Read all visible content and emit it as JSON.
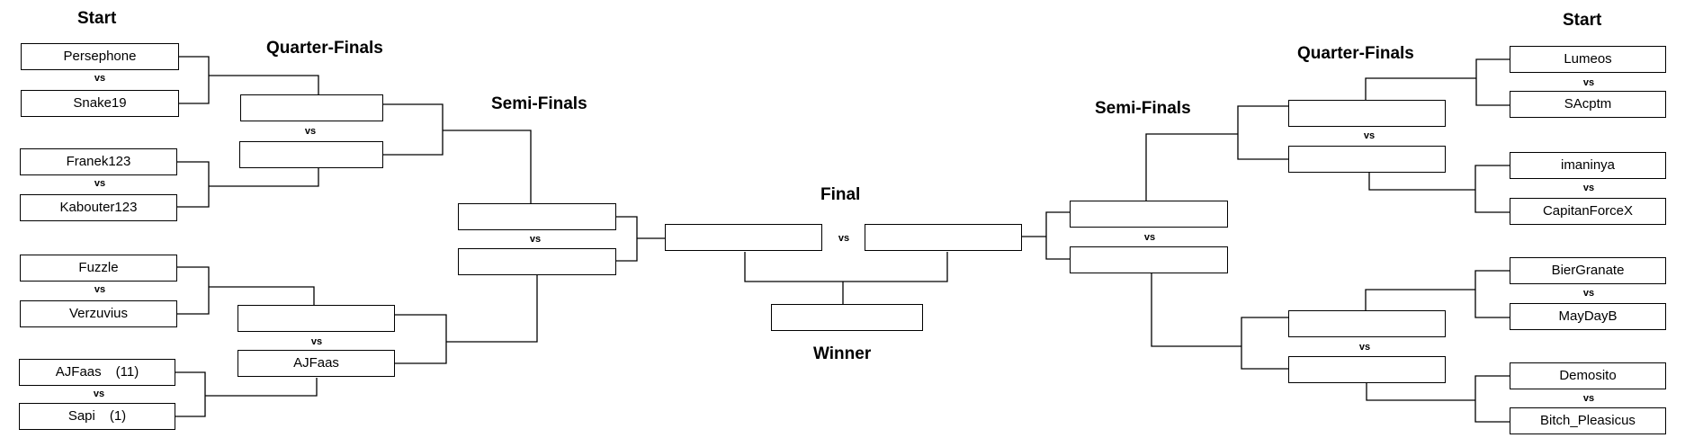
{
  "headings": {
    "start_left": "Start",
    "start_right": "Start",
    "qf_left": "Quarter-Finals",
    "qf_right": "Quarter-Finals",
    "sf_left": "Semi-Finals",
    "sf_right": "Semi-Finals",
    "final": "Final",
    "winner": "Winner"
  },
  "vs_label": "vs",
  "start_left": [
    {
      "name": "Persephone",
      "seed": ""
    },
    {
      "name": "Snake19",
      "seed": ""
    },
    {
      "name": "Franek123",
      "seed": ""
    },
    {
      "name": "Kabouter123",
      "seed": ""
    },
    {
      "name": "Fuzzle",
      "seed": ""
    },
    {
      "name": "Verzuvius",
      "seed": ""
    },
    {
      "name": "AJFaas",
      "seed": "(11)"
    },
    {
      "name": "Sapi",
      "seed": "(1)"
    }
  ],
  "start_right": [
    {
      "name": "Lumeos",
      "seed": ""
    },
    {
      "name": "SAcptm",
      "seed": ""
    },
    {
      "name": "imaninya",
      "seed": ""
    },
    {
      "name": "CapitanForceX",
      "seed": ""
    },
    {
      "name": "BierGranate",
      "seed": ""
    },
    {
      "name": "MayDayB",
      "seed": ""
    },
    {
      "name": "Demosito",
      "seed": ""
    },
    {
      "name": "Bitch_Pleasicus",
      "seed": ""
    }
  ],
  "qf_left": [
    "",
    "",
    "",
    "AJFaas"
  ],
  "qf_right": [
    "",
    "",
    "",
    ""
  ],
  "sf_left": [
    "",
    ""
  ],
  "sf_right": [
    "",
    ""
  ],
  "final": [
    "",
    ""
  ],
  "winner": ""
}
